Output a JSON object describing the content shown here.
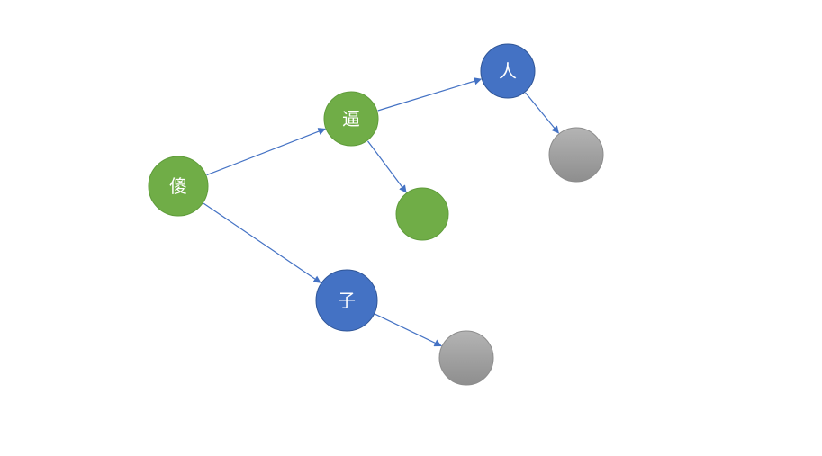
{
  "colors": {
    "green": "#70ad47",
    "green_border": "#5f9c3a",
    "blue": "#4472c4",
    "blue_border": "#2f5597",
    "gray_light": "#b4b4b4",
    "gray_dark": "#8c8c8c",
    "edge": "#4472c4"
  },
  "nodes": [
    {
      "id": "sha",
      "label": "傻",
      "style": "green"
    },
    {
      "id": "bi",
      "label": "逼",
      "style": "green"
    },
    {
      "id": "ren",
      "label": "人",
      "style": "blue"
    },
    {
      "id": "zi",
      "label": "子",
      "style": "blue"
    },
    {
      "id": "leaf-green",
      "label": "",
      "style": "green"
    },
    {
      "id": "leaf-gray-1",
      "label": "",
      "style": "gray"
    },
    {
      "id": "leaf-gray-2",
      "label": "",
      "style": "gray"
    }
  ],
  "edges": [
    {
      "from": "sha",
      "to": "bi"
    },
    {
      "from": "sha",
      "to": "zi"
    },
    {
      "from": "bi",
      "to": "ren"
    },
    {
      "from": "bi",
      "to": "leaf-green"
    },
    {
      "from": "ren",
      "to": "leaf-gray-1"
    },
    {
      "from": "zi",
      "to": "leaf-gray-2"
    }
  ]
}
